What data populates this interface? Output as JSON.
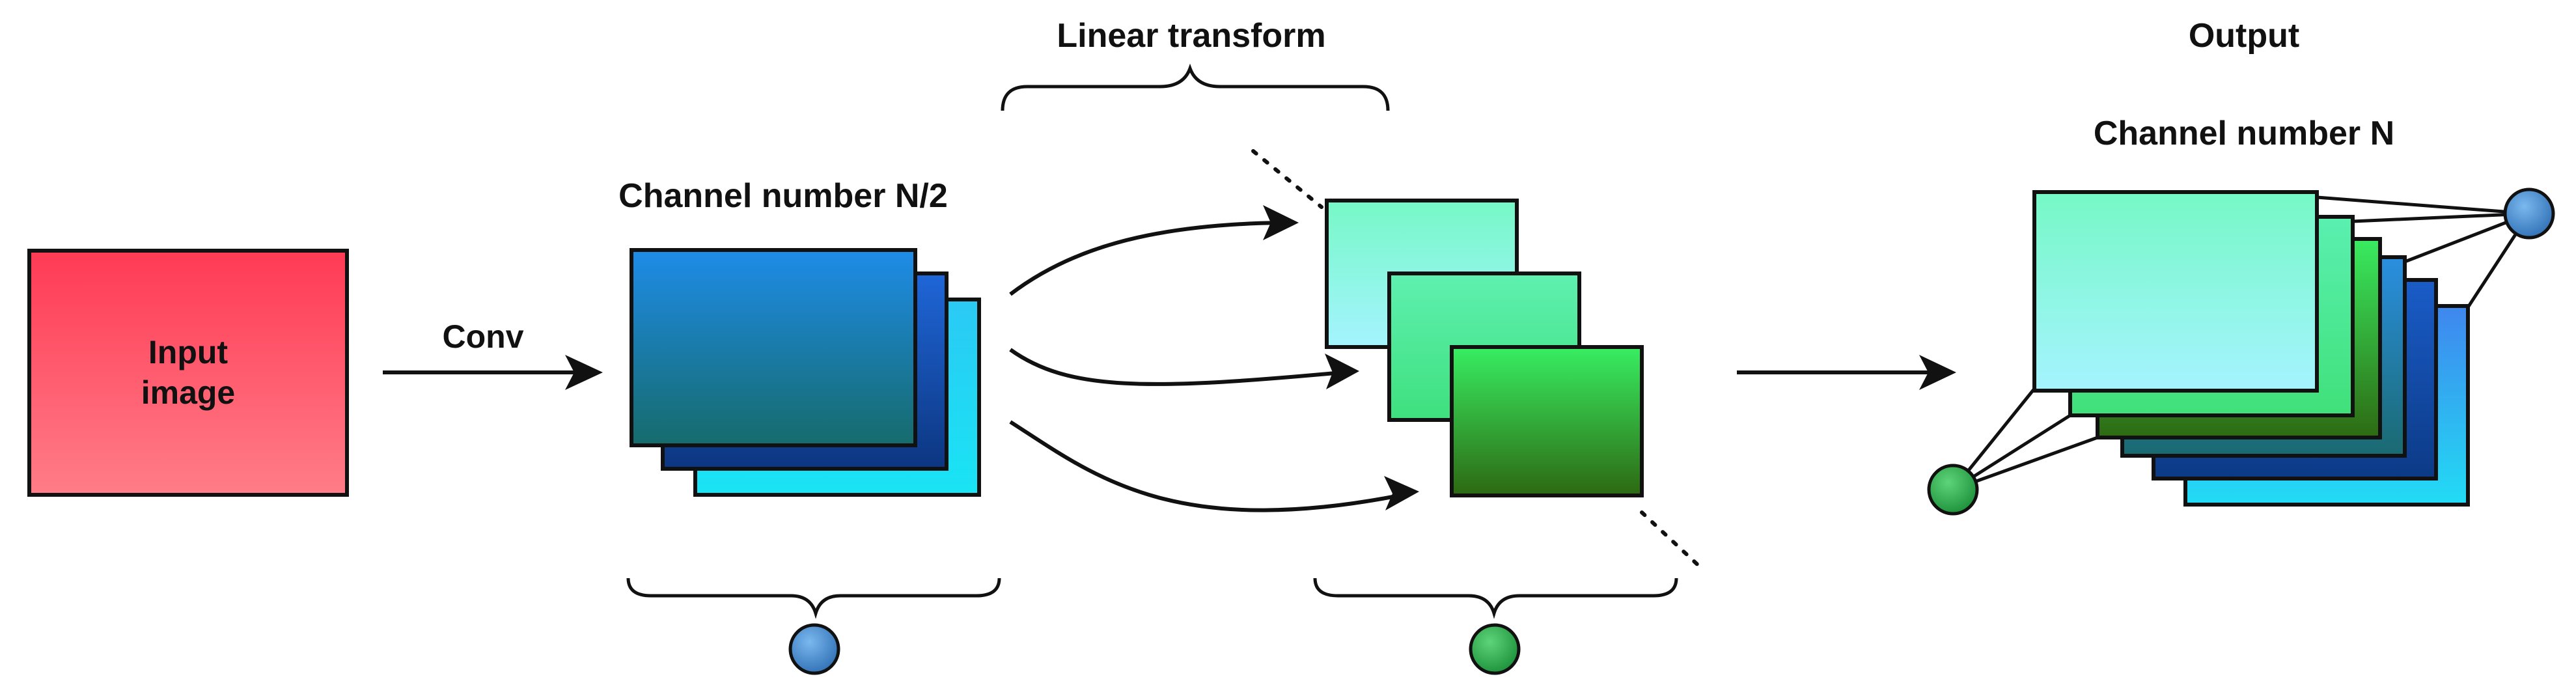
{
  "labels": {
    "input_image_line1": "Input",
    "input_image_line2": "image",
    "conv": "Conv",
    "channel_half": "Channel number N/2",
    "linear_transform": "Linear transform",
    "output": "Output",
    "channel_full": "Channel number N"
  },
  "colors": {
    "input_top": "#ff3a55",
    "input_bottom": "#ff7a86",
    "feature_top": "#1e8ce8",
    "feature_bottom": "#156e6e",
    "feature_mid": "#0d3d8c",
    "feature_back": "#22d3f0",
    "ghost_light": "#7fffd4",
    "ghost_green_top": "#35ee66",
    "ghost_green_bottom": "#2d6b12",
    "node_blue": "#4a8fd0",
    "node_green": "#27b14a"
  },
  "icons": {
    "conv_node": "blue-circle",
    "ghost_node": "green-circle"
  }
}
